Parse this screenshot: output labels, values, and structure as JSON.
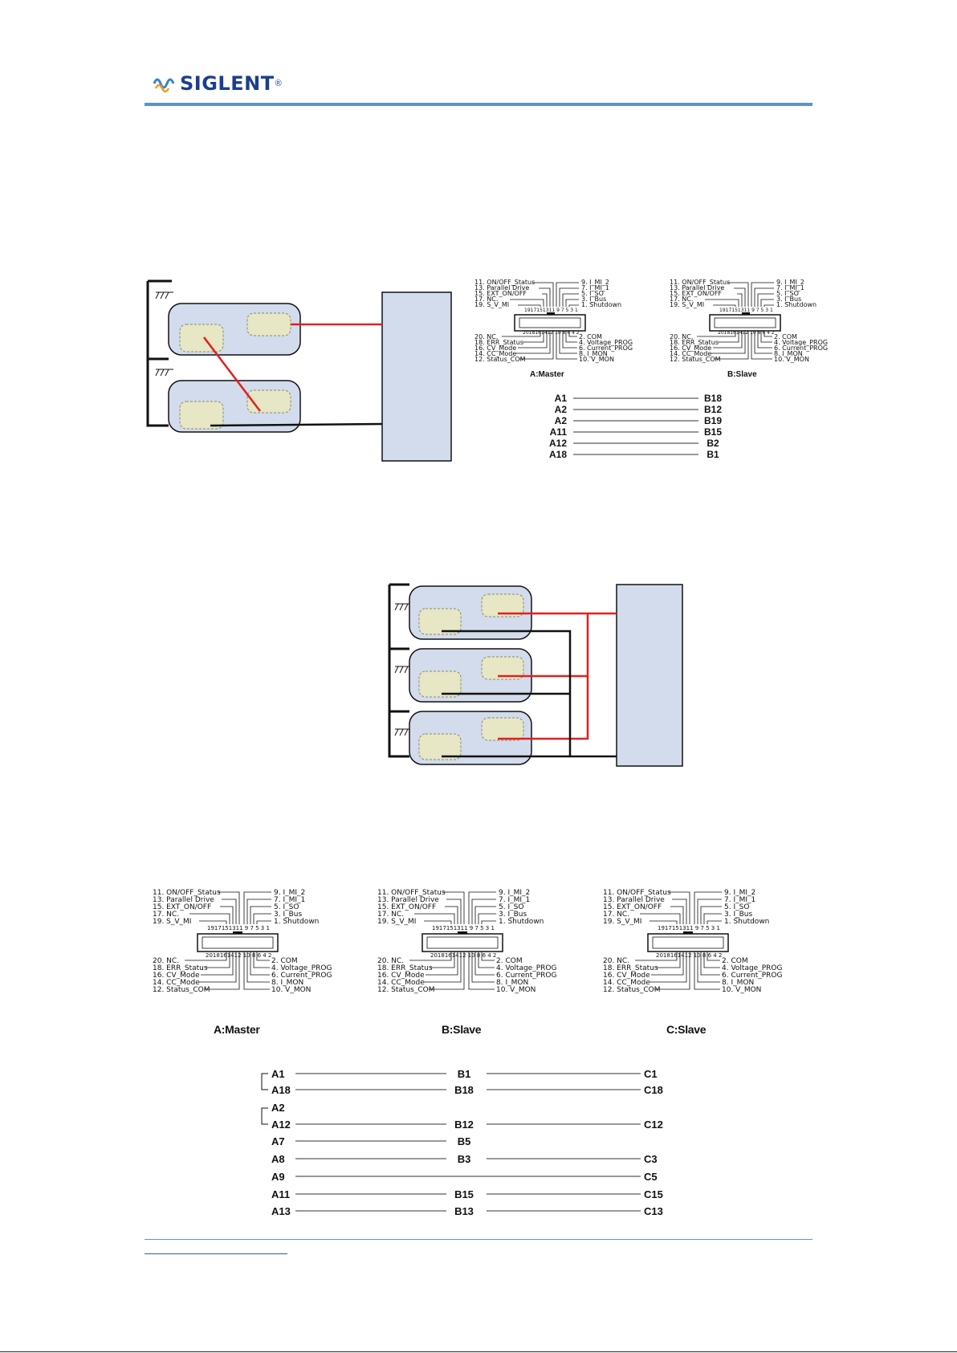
{
  "header": {
    "brand": "SIGLENT",
    "registered": "®"
  },
  "connector": {
    "left_top_labels": [
      "11. ON/OFF_Status",
      "13. Parallel Drive",
      "15. EXT_ON/OFF",
      "17. NC.",
      "19. S_V_MI"
    ],
    "right_top_labels": [
      "9. I_MI_2",
      "7. I_MI_1",
      "5. I_SO",
      "3. I_Bus",
      "1. Shutdown"
    ],
    "top_pin_numbers": "1917151311 9  7  5  3  1",
    "bottom_pin_numbers": "2018161412 10 8  6  4  2",
    "left_bottom_labels": [
      "20. NC.",
      "18. ERR_Status",
      "16. CV_Mode",
      "14. CC_Mode",
      "12. Status_COM"
    ],
    "right_bottom_labels": [
      "2. COM",
      "4. Voltage_PROG",
      "6. Current_PROG",
      "8. I_MON",
      "10. V_MON"
    ]
  },
  "two_units": {
    "titles": [
      "A:Master",
      "B:Slave"
    ],
    "mapping": [
      {
        "a": "A1",
        "b": "B18"
      },
      {
        "a": "A2",
        "b": "B12"
      },
      {
        "a": "A2",
        "b": "B19"
      },
      {
        "a": "A11",
        "b": "B15"
      },
      {
        "a": "A12",
        "b": "B2"
      },
      {
        "a": "A18",
        "b": "B1"
      }
    ]
  },
  "three_units": {
    "titles": [
      "A:Master",
      "B:Slave",
      "C:Slave"
    ],
    "mapping": [
      {
        "a": "A1",
        "b": "B1",
        "c": "C1"
      },
      {
        "a": "A18",
        "b": "B18",
        "c": "C18"
      },
      {
        "a": "A2",
        "b": "",
        "c": ""
      },
      {
        "a": "A12",
        "b": "B12",
        "c": "C12"
      },
      {
        "a": "A7",
        "b": "B5",
        "c": ""
      },
      {
        "a": "A8",
        "b": "B3",
        "c": "C3"
      },
      {
        "a": "A9",
        "b": "",
        "c": "C5"
      },
      {
        "a": "A11",
        "b": "B15",
        "c": "C15"
      },
      {
        "a": "A13",
        "b": "B13",
        "c": "C13"
      }
    ]
  },
  "colors": {
    "accent_rule": "#5b93c9",
    "brand_blue": "#1b3f8f",
    "unit_fill": "#d3dcec",
    "terminal_fill": "#e7e6c5",
    "wire_red": "#e02020",
    "wire_black": "#111111"
  }
}
